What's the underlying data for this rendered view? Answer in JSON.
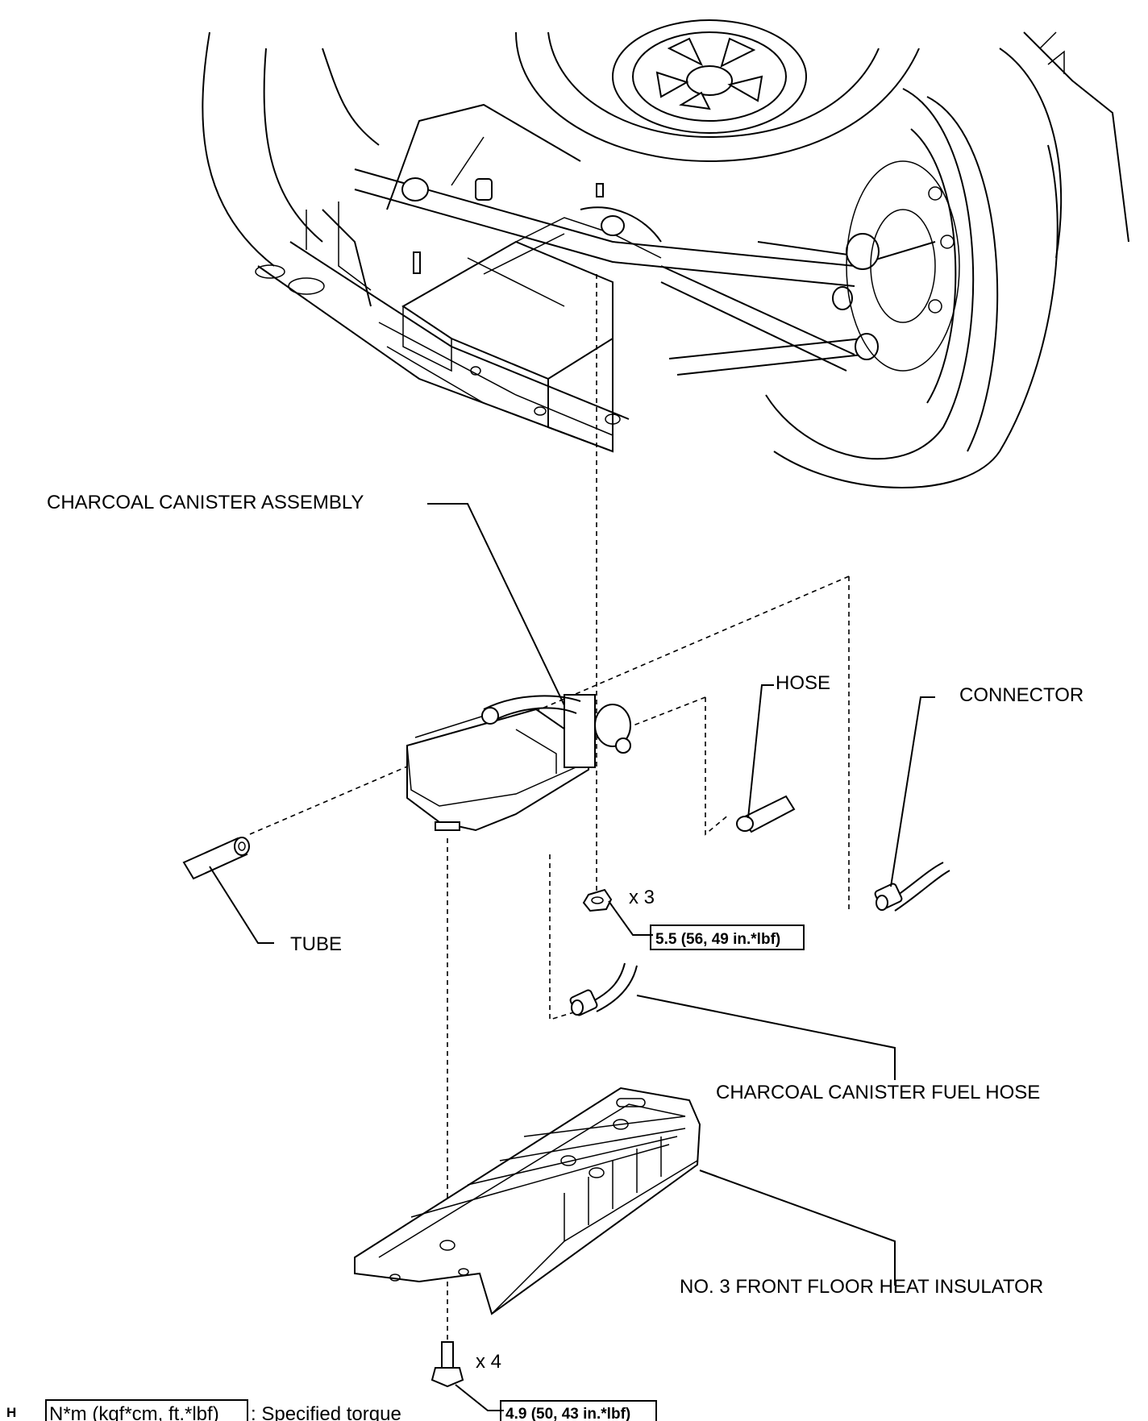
{
  "labels": {
    "canister": "CHARCOAL CANISTER ASSEMBLY",
    "hose": "HOSE",
    "connector": "CONNECTOR",
    "tube": "TUBE",
    "fuel_hose": "CHARCOAL CANISTER FUEL HOSE",
    "insulator": "NO. 3 FRONT FLOOR HEAT INSULATOR"
  },
  "fasteners": {
    "nut_qty": "x 3",
    "nut_torque": "5.5 (56, 49 in.*lbf)",
    "bolt_qty": "x 4",
    "bolt_torque": "4.9 (50, 43 in.*lbf)"
  },
  "legend": {
    "unit_box": "N*m (kgf*cm, ft.*lbf)",
    "unit_text": ": Specified torque"
  },
  "corner_code": "H"
}
